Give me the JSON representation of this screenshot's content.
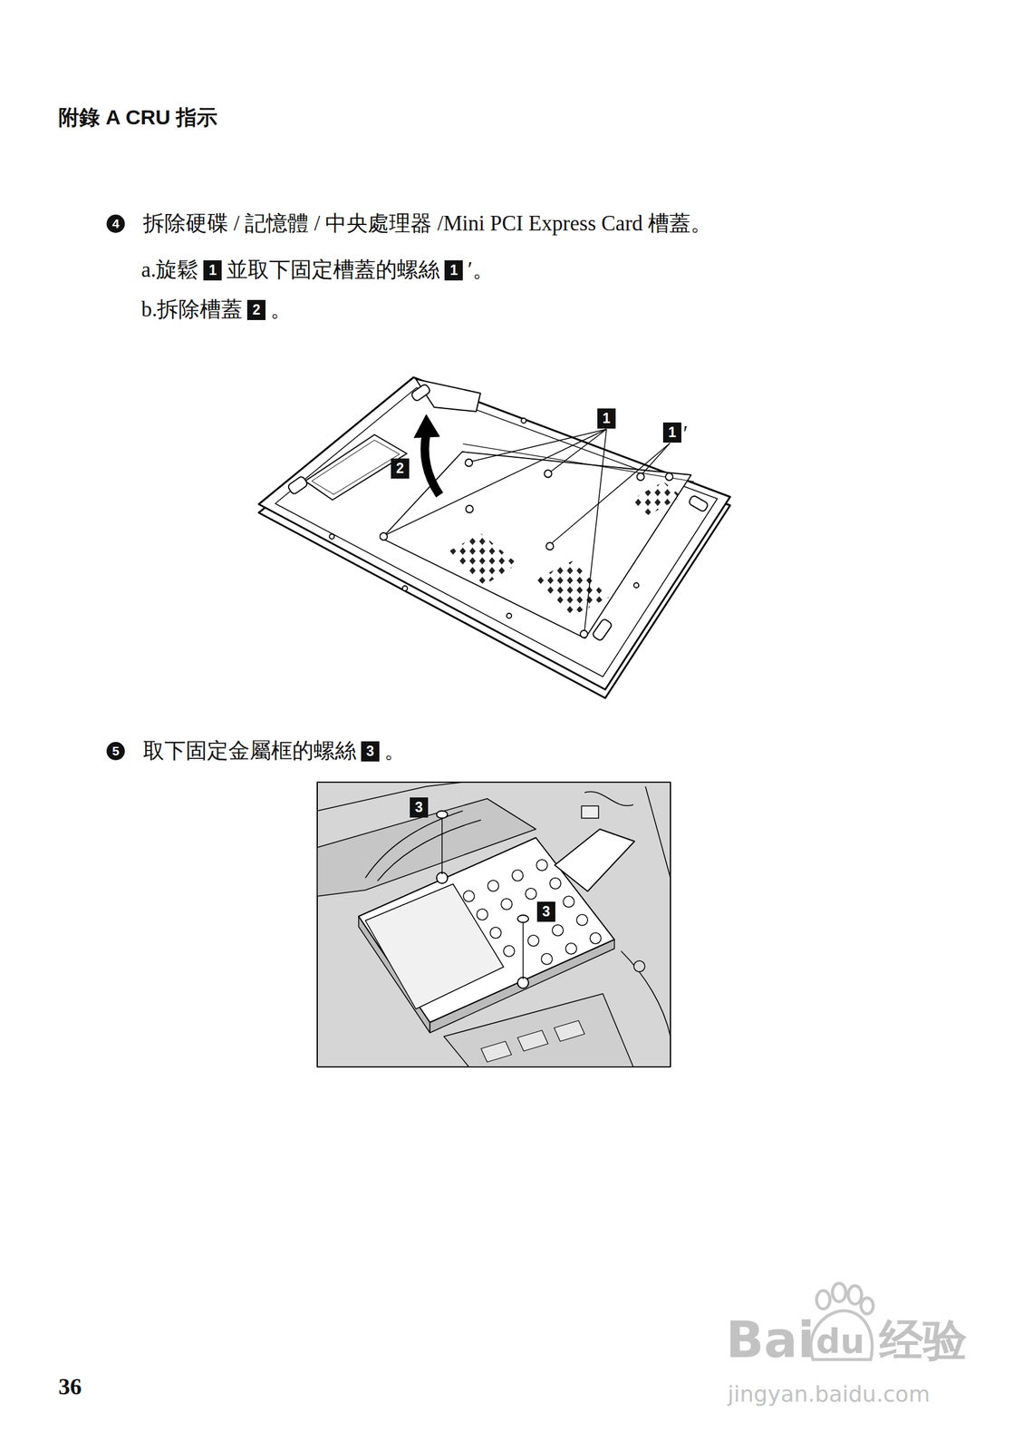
{
  "diagram": {
    "title": "附錄 A CRU 指示",
    "labels": [
      "4",
      "拆除硬碟 / 記憶體 / 中央處理器 /Mini PCI Express Card 槽蓋。",
      "a.旋鬆",
      "1",
      "並取下固定槽蓋的螺絲",
      "1",
      "′。",
      "b.拆除槽蓋",
      "2",
      "。",
      "1",
      "1",
      "′",
      "2",
      "5",
      "取下固定金屬框的螺絲",
      "3",
      "。",
      "3",
      "3",
      "36",
      "Bai",
      "du",
      "经验",
      "jingyan.baidu.com"
    ]
  }
}
